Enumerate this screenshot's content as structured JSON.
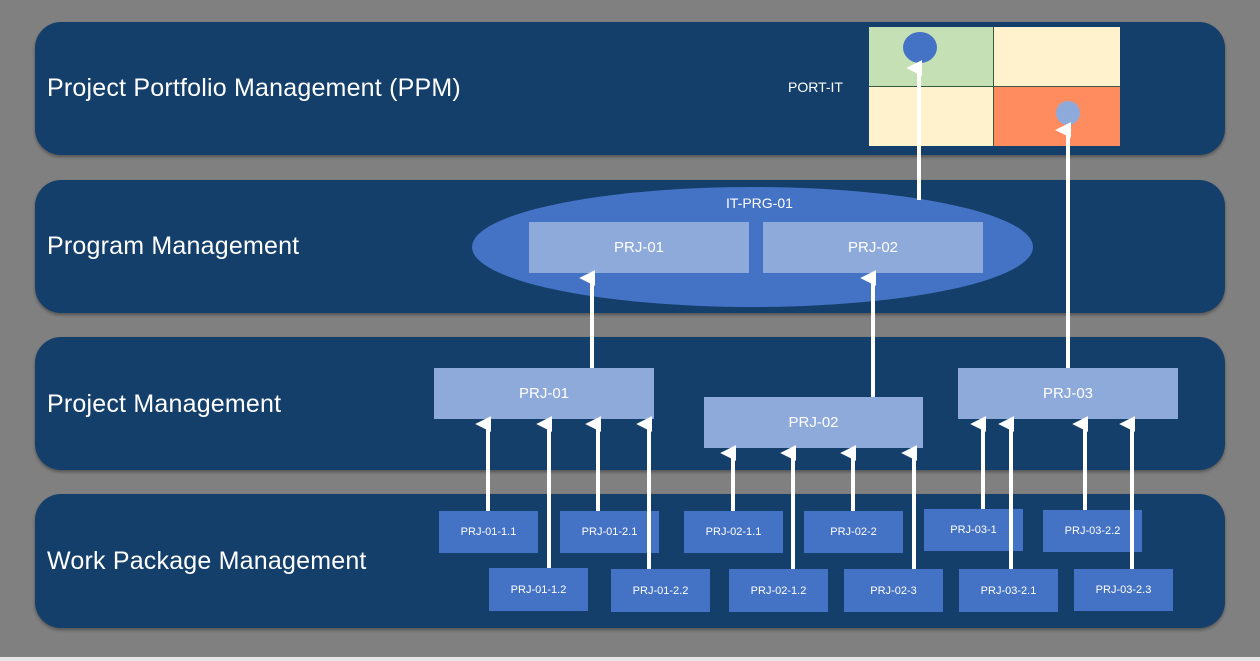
{
  "layers": [
    {
      "id": "ppm",
      "label": "Project Portfolio Management (PPM)"
    },
    {
      "id": "program",
      "label": "Program Management"
    },
    {
      "id": "project",
      "label": "Project Management"
    },
    {
      "id": "workpackage",
      "label": "Work Package Management"
    }
  ],
  "portfolio": {
    "label": "PORT-IT",
    "quadrants": [
      {
        "position": "top-left",
        "color": "#c5e0b4"
      },
      {
        "position": "top-right",
        "color": "#fff2cc"
      },
      {
        "position": "bottom-left",
        "color": "#fff2cc"
      },
      {
        "position": "bottom-right",
        "color": "#ff8c5f"
      }
    ],
    "items": [
      {
        "name": "IT-PRG-01",
        "quadrant": "top-left",
        "color": "#4472c4"
      },
      {
        "name": "PRJ-03",
        "quadrant": "bottom-right",
        "color": "#8eaadb"
      }
    ]
  },
  "program": {
    "label": "IT-PRG-01",
    "projects": [
      "PRJ-01",
      "PRJ-02"
    ]
  },
  "projects": [
    "PRJ-01",
    "PRJ-02",
    "PRJ-03"
  ],
  "work_packages": {
    "PRJ-01": [
      "PRJ-01-1.1",
      "PRJ-01-1.2",
      "PRJ-01-2.1",
      "PRJ-01-2.2"
    ],
    "PRJ-02": [
      "PRJ-02-1.1",
      "PRJ-02-1.2",
      "PRJ-02-2",
      "PRJ-02-3"
    ],
    "PRJ-03": [
      "PRJ-03-1",
      "PRJ-03-2.1",
      "PRJ-03-2.2",
      "PRJ-03-2.3"
    ]
  },
  "colors": {
    "background": "#808080",
    "band": "#143f6b",
    "project_box": "#8eaadb",
    "work_package_box": "#4472c4",
    "program_ellipse": "#4472c4",
    "arrow": "#ffffff"
  }
}
